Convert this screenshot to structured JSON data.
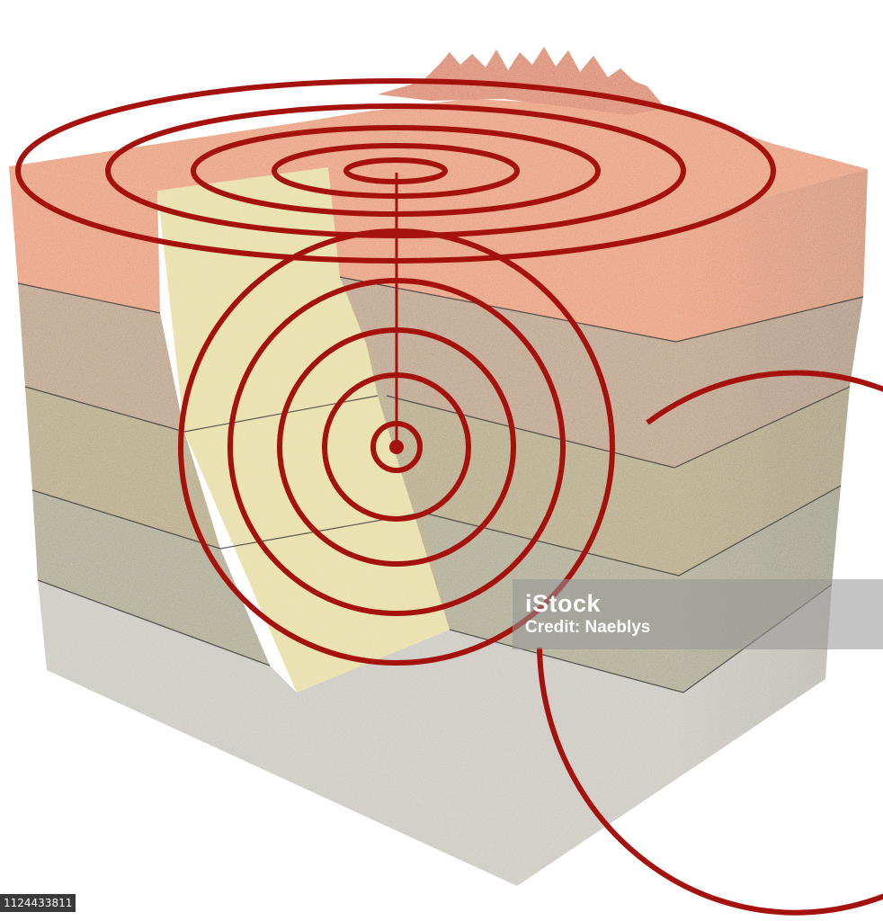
{
  "illustration": {
    "subject": "earthquake-block-diagram",
    "colors": {
      "ring": "#a5120e",
      "top_soil": "#e89468",
      "upper_layer": "#b89a7a",
      "middle_layer": "#b0a277",
      "lower_layer": "#a7a385",
      "bedrock": "#c8c4bb",
      "fault_plane": "#e6dc9c",
      "mountain": "#d97b52"
    }
  },
  "watermark": {
    "logo": "iStock",
    "credit": "Credit: Naeblys"
  },
  "image_id": "1124433811"
}
